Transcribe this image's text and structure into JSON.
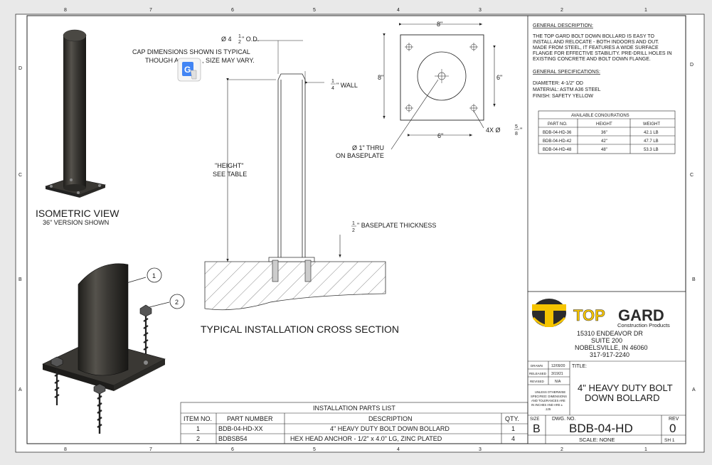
{
  "drawing": {
    "zones_top": [
      "8",
      "7",
      "6",
      "5",
      "4",
      "3",
      "2",
      "1"
    ],
    "zones_side": [
      "D",
      "C",
      "B",
      "A"
    ],
    "iso_title": "ISOMETRIC VIEW",
    "iso_sub": "36\" VERSION SHOWN",
    "dia_prefix": "Ø 4",
    "dia_frac_num": "1",
    "dia_frac_den": "2",
    "dia_suffix": "\" O.D.",
    "cap_note_1": "CAP DIMENSIONS SHOWN IS TYPICAL",
    "cap_note_2a": "THOUGH A",
    "cap_note_2b": ", SIZE MAY VARY.",
    "wall_num": "1",
    "wall_den": "4",
    "wall_text": "\" WALL",
    "height_1": "\"HEIGHT\"",
    "height_2": "SEE TABLE",
    "bp_num": "1",
    "bp_den": "2",
    "bp_text": "\" BASEPLATE THICKNESS",
    "section_title": "TYPICAL INSTALLATION CROSS SECTION",
    "plate_top_dim": "8\"",
    "plate_left_dim": "8\"",
    "plate_right_dim": "6\"",
    "plate_bottom_dim": "6\"",
    "holes_prefix": "4X Ø",
    "holes_num": "5",
    "holes_den": "8",
    "holes_suffix": "\"",
    "thru_1": "Ø 1\" THRU",
    "thru_2": "ON BASEPLATE",
    "balloon_1": "1",
    "balloon_2": "2"
  },
  "general": {
    "desc_title": "GENERAL DESCRIPTION:",
    "desc_lines": [
      "THE TOP GARD BOLT DOWN BOLLARD IS EASY TO",
      "INSTALL AND RELOCATE - BOTH INDOORS AND OUT.",
      "MADE FROM STEEL, IT FEATURES A WIDE SURFACE",
      "FLANGE FOR EFFECTIVE STABILITY. PRE-DRILL HOLES IN",
      "EXISTING CONCRETE AND BOLT DOWN FLANGE."
    ],
    "spec_title": "GENERAL SPECIFICATIONS:",
    "spec_lines": [
      "DIAMETER:  4-1/2\" OD",
      "MATERIAL:  ASTM A36 STEEL",
      "FINISH:      SAFETY YELLOW"
    ]
  },
  "configs": {
    "title": "AVAILABLE CONGURATIONS",
    "headers": [
      "PART NO.",
      "HEIGHT",
      "WEIGHT"
    ],
    "rows": [
      [
        "BDB-04-HD-36",
        "36\"",
        "42.1 LB"
      ],
      [
        "BDB-04-HD-42",
        "42\"",
        "47.7 LB"
      ],
      [
        "BDB-04-HD-48",
        "48\"",
        "53.3 LB"
      ]
    ]
  },
  "parts": {
    "title": "INSTALLATION PARTS LIST",
    "headers": [
      "ITEM NO.",
      "PART NUMBER",
      "DESCRIPTION",
      "QTY."
    ],
    "rows": [
      [
        "1",
        "BDB-04-HD-XX",
        "4\" HEAVY DUTY BOLT DOWN BOLLARD",
        "1"
      ],
      [
        "2",
        "BDBSB54",
        "HEX HEAD ANCHOR - 1/2\" x 4.0\" LG, ZINC PLATED",
        "4"
      ]
    ]
  },
  "company": {
    "name_a": "TOP",
    "name_b": "GARD",
    "sub": "Construction Products",
    "address": [
      "15310 ENDEAVOR DR",
      "SUITE 200",
      "NOBELSVILLE, IN 46060",
      "317-917-2240"
    ]
  },
  "titleblock": {
    "drawn_label": "DRAWN",
    "drawn_value": "12/09/20",
    "released_label": "RELEASED",
    "released_value": "3/19/21",
    "revised_label": "REVISED",
    "revised_value": "N/A",
    "note": [
      "UNLESS OTHERWISE",
      "SPECIFIED: DIMENSIONS",
      "AND TOLERANCES ARE",
      "IN INCHES AND ARE ±",
      ".125"
    ],
    "title_label": "TITLE:",
    "title_1": "4\" HEAVY DUTY BOLT",
    "title_2": "DOWN BOLLARD",
    "size_label": "SIZE",
    "size_value": "B",
    "dwg_label": "DWG.  NO.",
    "dwg_value": "BDB-04-HD",
    "rev_label": "REV",
    "rev_value": "0",
    "scale": "SCALE: NONE",
    "sheet": "SH 1"
  },
  "colors": {
    "brand_yellow": "#f5c400",
    "brand_dark": "#2b2b2b",
    "steel": "#3a3834",
    "translate_blue": "#4285f4"
  },
  "icons": [
    "translate-icon"
  ]
}
